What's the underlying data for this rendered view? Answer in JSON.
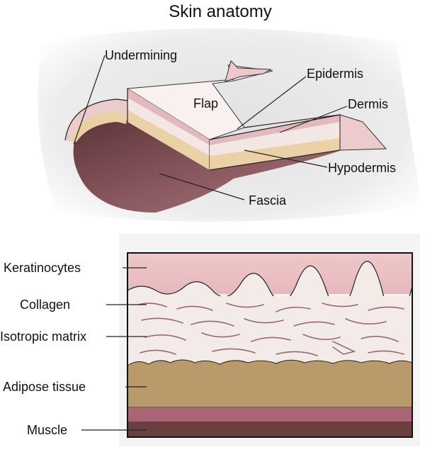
{
  "title": "Skin anatomy",
  "flap_diagram": {
    "labels": {
      "undermining": "Undermining",
      "epidermis": "Epidermis",
      "flap": "Flap",
      "dermis": "Dermis",
      "hypodermis": "Hypodermis",
      "fascia": "Fascia"
    }
  },
  "cross_section": {
    "layers": {
      "keratinocytes": "Keratinocytes",
      "collagen": "Collagen",
      "isotropic_matrix": "Isotropic matrix",
      "adipose_tissue": "Adipose tissue",
      "muscle": "Muscle"
    }
  },
  "colors": {
    "epidermis": "#e7c5c5",
    "dermis": "#f1e7e4",
    "hypodermis": "#e8cf9e",
    "fascia": "#7a4a4f",
    "collagen_fiber": "#9a6870",
    "adipose": "#b89a6b",
    "muscle_top": "#a96575",
    "muscle_bottom": "#6b3e40",
    "background_shadow": "#e6e6e6"
  }
}
